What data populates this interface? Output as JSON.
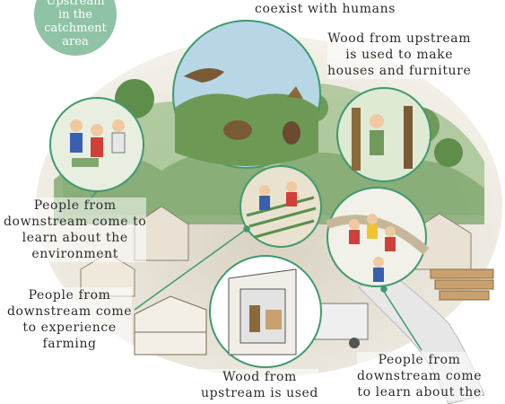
{
  "badge": {
    "text": "Upstream\nin the\ncatchment\narea",
    "color": "#8fc3a5"
  },
  "captions": {
    "top": "coexist with humans",
    "wood_houses": "Wood from upstream\nis used to make\nhouses and furniture",
    "learn_env": "People from\ndownstream come to\nlearn about the\nenvironment",
    "farming": "People from\ndownstream come\nto experience\nfarming",
    "wood_used": "Wood from\nupstream is used",
    "learn_bottom": "People from\ndownstream come\nto learn about the"
  },
  "colors": {
    "circle": "#3f9a6e",
    "accent": "#8fc3a5"
  }
}
